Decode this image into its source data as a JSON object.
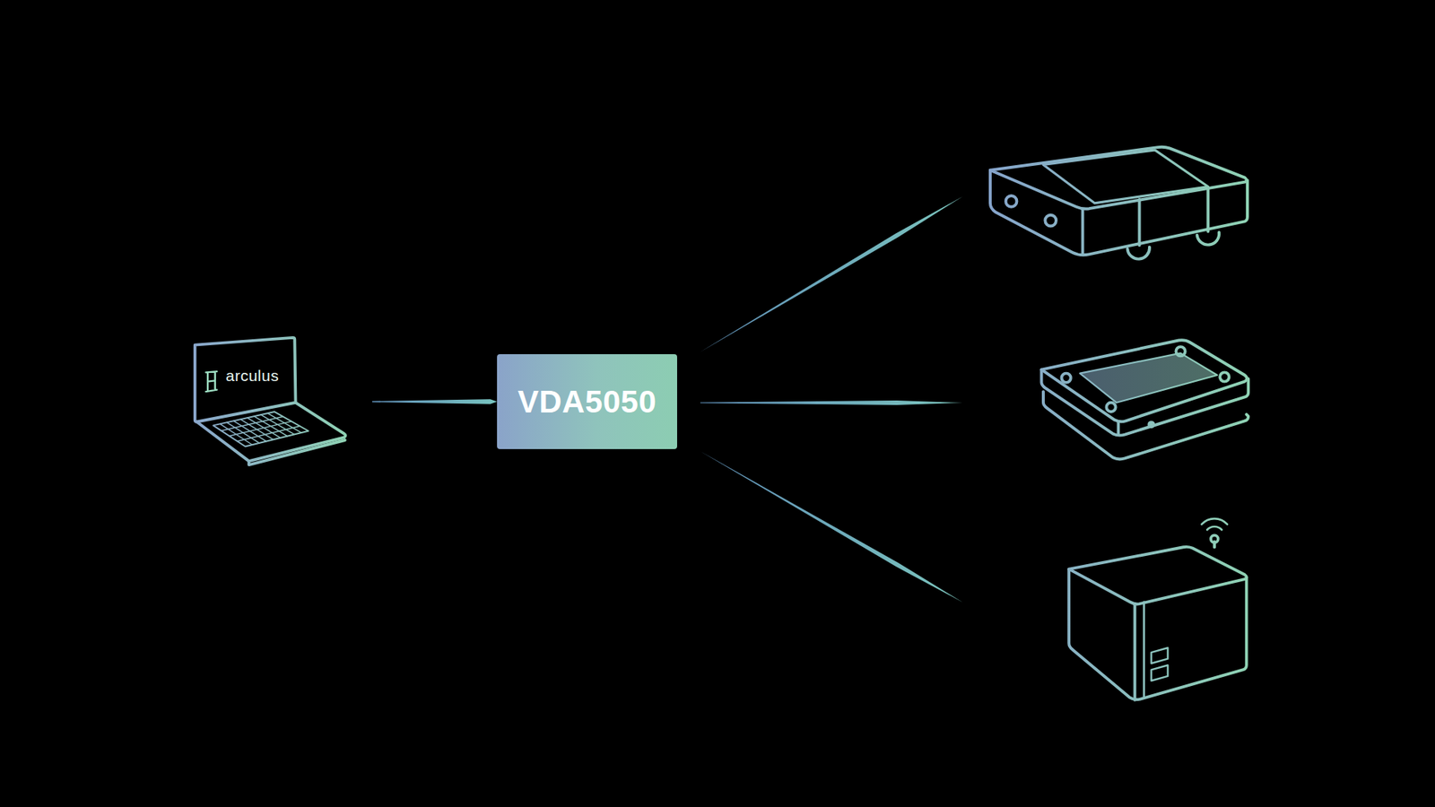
{
  "diagram": {
    "nodes": [
      {
        "text": [
          "arculus"
        ]
      },
      {
        "text": [
          "VDA5050"
        ]
      }
    ],
    "edges": [
      {
        "from": 0,
        "to": 1,
        "arrow": "none"
      }
    ]
  }
}
